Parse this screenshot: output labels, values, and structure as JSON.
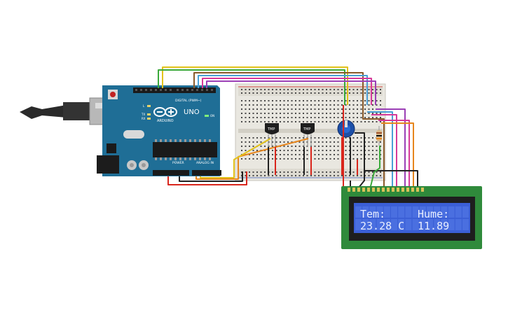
{
  "arduino": {
    "brand": "ARDUINO",
    "model": "UNO",
    "digital_label": "DIGITAL (PWM~)",
    "power_label": "POWER",
    "analog_label": "ANALOG IN",
    "led_l": "L",
    "led_tx": "TX",
    "led_rx": "RX",
    "led_on": "ON"
  },
  "sensors": [
    {
      "label": "TMP"
    },
    {
      "label": "TMP"
    }
  ],
  "lcd": {
    "line1_left": "Tem:",
    "line1_right": "Hume:",
    "line2_left": "23.28 C",
    "line2_right": "11.89",
    "backlight_color": "#3b5fd6"
  },
  "colors": {
    "arduino_board": "#1f6e96",
    "breadboard": "#e9e7e0",
    "lcd_pcb": "#2f8a3b",
    "wire_yellow": "#e2c21a",
    "wire_green": "#3aa93a",
    "wire_orange": "#e6861d",
    "wire_brown": "#8a5a2b",
    "wire_purple": "#9b3fb6",
    "wire_pink": "#d63a9a",
    "wire_blue": "#4aa0d6",
    "wire_red": "#d9261c",
    "wire_black": "#222222"
  }
}
